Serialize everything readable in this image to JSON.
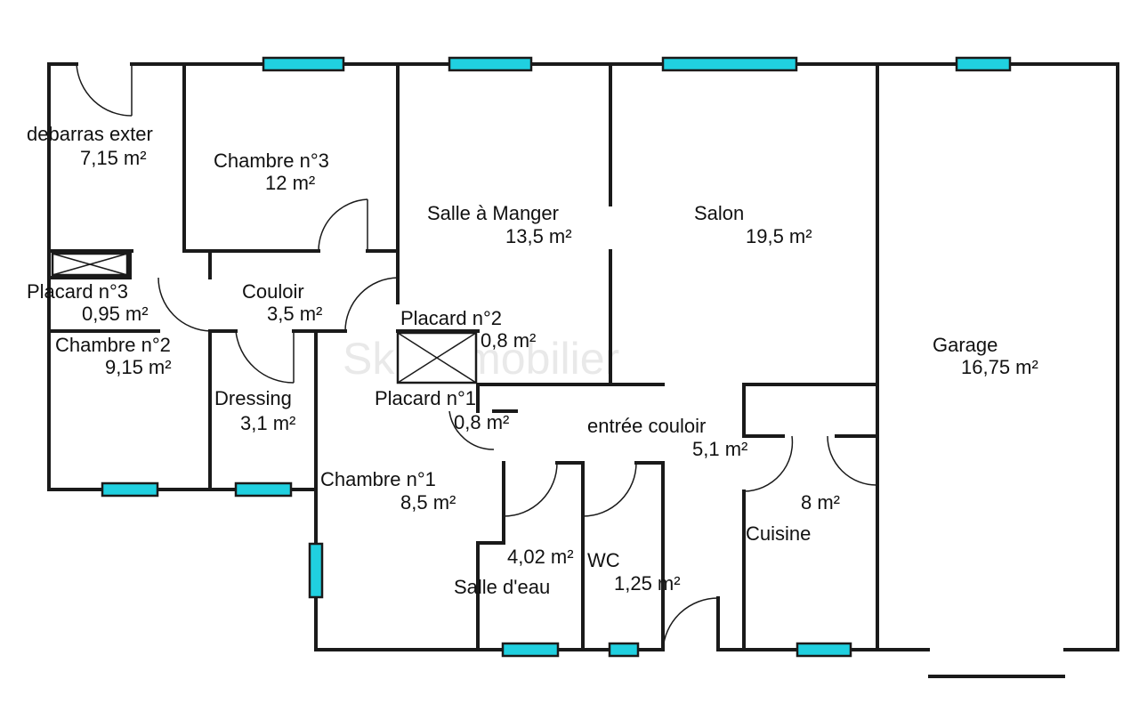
{
  "watermark": "Ski immobilier",
  "rooms": [
    {
      "name": "debarras exter",
      "area": "7,15  m²"
    },
    {
      "name": "Chambre n°3",
      "area": "12  m²"
    },
    {
      "name": "Salle à Manger",
      "area": "13,5  m²"
    },
    {
      "name": "Salon",
      "area": "19,5  m²"
    },
    {
      "name": "Placard n°3",
      "area": "0,95  m²"
    },
    {
      "name": "Couloir",
      "area": "3,5  m²"
    },
    {
      "name": "Placard n°2",
      "area": "0,8  m²"
    },
    {
      "name": "Chambre n°2",
      "area": "9,15  m²"
    },
    {
      "name": "Garage",
      "area": "16,75  m²"
    },
    {
      "name": "Dressing",
      "area": "3,1  m²"
    },
    {
      "name": "Placard n°1",
      "area": "0,8  m²"
    },
    {
      "name": "entrée couloir",
      "area": "5,1  m²"
    },
    {
      "name": "Chambre n°1",
      "area": "8,5  m²"
    },
    {
      "name": "Cuisine",
      "area": "8  m²"
    },
    {
      "name": "Salle d'eau",
      "area": "4,02  m²"
    },
    {
      "name": "WC",
      "area": "1,25  m²"
    }
  ],
  "colors": {
    "window": "#20d0e0",
    "wall": "#1a1a1a"
  }
}
